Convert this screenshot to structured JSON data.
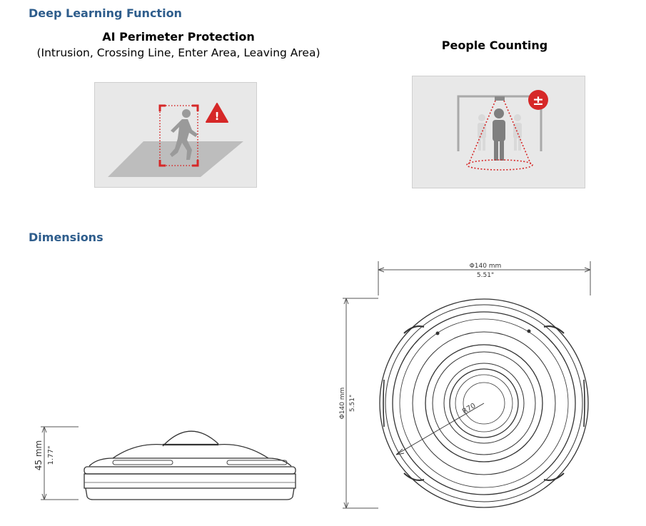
{
  "sections": {
    "deep_learning": "Deep Learning Function",
    "dimensions": "Dimensions"
  },
  "features": {
    "perimeter": {
      "title": "AI Perimeter Protection",
      "subtitle": "(Intrusion, Crossing Line, Enter Area, Leaving Area)",
      "warning_glyph": "!",
      "icon": "intrusion-warning-icon"
    },
    "counting": {
      "title": "People Counting",
      "badge_glyph": "±",
      "icon": "people-counting-icon"
    }
  },
  "dimensions": {
    "side_height_mm": "45 mm",
    "side_height_in": "1.77\"",
    "top_width_mm": "Φ140 mm",
    "top_width_in": "5.51\"",
    "top_height_mm": "Φ140 mm",
    "top_height_in": "5.51\"",
    "radius_label": "R70"
  },
  "colors": {
    "heading_blue": "#2e5d8c",
    "alert_red": "#d62828"
  }
}
